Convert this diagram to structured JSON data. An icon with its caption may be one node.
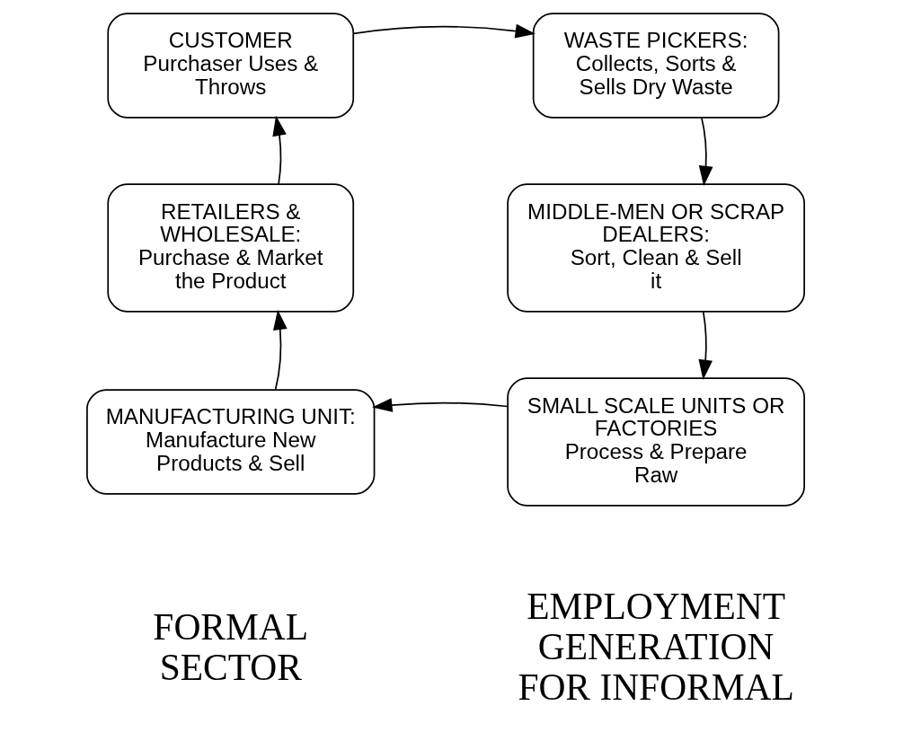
{
  "diagram": {
    "nodes": [
      {
        "text": [
          "CUSTOMER",
          "Purchaser Uses & Throws"
        ]
      },
      {
        "text": [
          "WASTE PICKERS:",
          "Collects, Sorts & Sells Dry Waste"
        ]
      },
      {
        "text": [
          "RETAILERS & WHOLESALE:",
          "Purchase & Market the Product"
        ]
      },
      {
        "text": [
          "MIDDLE-MEN OR SCRAP DEALERS:",
          "Sort, Clean & Sell it"
        ]
      },
      {
        "text": [
          "MANUFACTURING UNIT:",
          "Manufacture New Products & Sell"
        ]
      },
      {
        "text": [
          "SMALL SCALE UNITS OR FACTORIES",
          "Process & Prepare Raw"
        ]
      }
    ],
    "edges": [
      {
        "from": 0,
        "to": 1,
        "arrow": "to"
      },
      {
        "from": 1,
        "to": 3,
        "arrow": "to"
      },
      {
        "from": 3,
        "to": 5,
        "arrow": "to"
      },
      {
        "from": 5,
        "to": 4,
        "arrow": "to"
      },
      {
        "from": 4,
        "to": 2,
        "arrow": "to"
      },
      {
        "from": 2,
        "to": 0,
        "arrow": "to"
      }
    ],
    "labels": [
      "FORMAL SECTOR",
      "EMPLOYMENT GENERATION FOR INFORMAL"
    ]
  }
}
